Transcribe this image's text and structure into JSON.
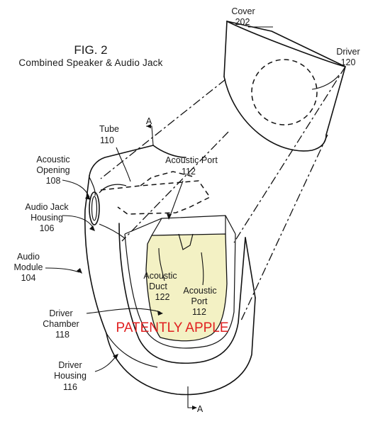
{
  "figure": {
    "title": "FIG. 2",
    "subtitle": "Combined Speaker & Audio Jack"
  },
  "labels": {
    "cover": {
      "name": "Cover",
      "number": "202"
    },
    "driver": {
      "name": "Driver",
      "number": "120"
    },
    "tube": {
      "name": "Tube",
      "number": "110"
    },
    "section_top": "A",
    "section_bottom": "A",
    "acoustic_opening": {
      "line1": "Acoustic",
      "line2": "Opening",
      "number": "108"
    },
    "acoustic_port_top": {
      "name": "Acoustic Port",
      "number": "112"
    },
    "audio_jack_housing": {
      "line1": "Audio Jack",
      "line2": "Housing",
      "number": "106"
    },
    "audio_module": {
      "line1": "Audio",
      "line2": "Module",
      "number": "104"
    },
    "acoustic_duct": {
      "line1": "Acoustic",
      "line2": "Duct",
      "number": "122"
    },
    "acoustic_port_inner": {
      "line1": "Acoustic",
      "line2": "Port",
      "number": "112"
    },
    "driver_chamber": {
      "line1": "Driver",
      "line2": "Chamber",
      "number": "118"
    },
    "driver_housing": {
      "line1": "Driver",
      "line2": "Housing",
      "number": "116"
    }
  },
  "watermark": "PATENTLY APPLE",
  "colors": {
    "chamber_fill": "#f3f1c4",
    "watermark": "#e02020",
    "line": "#111111"
  }
}
